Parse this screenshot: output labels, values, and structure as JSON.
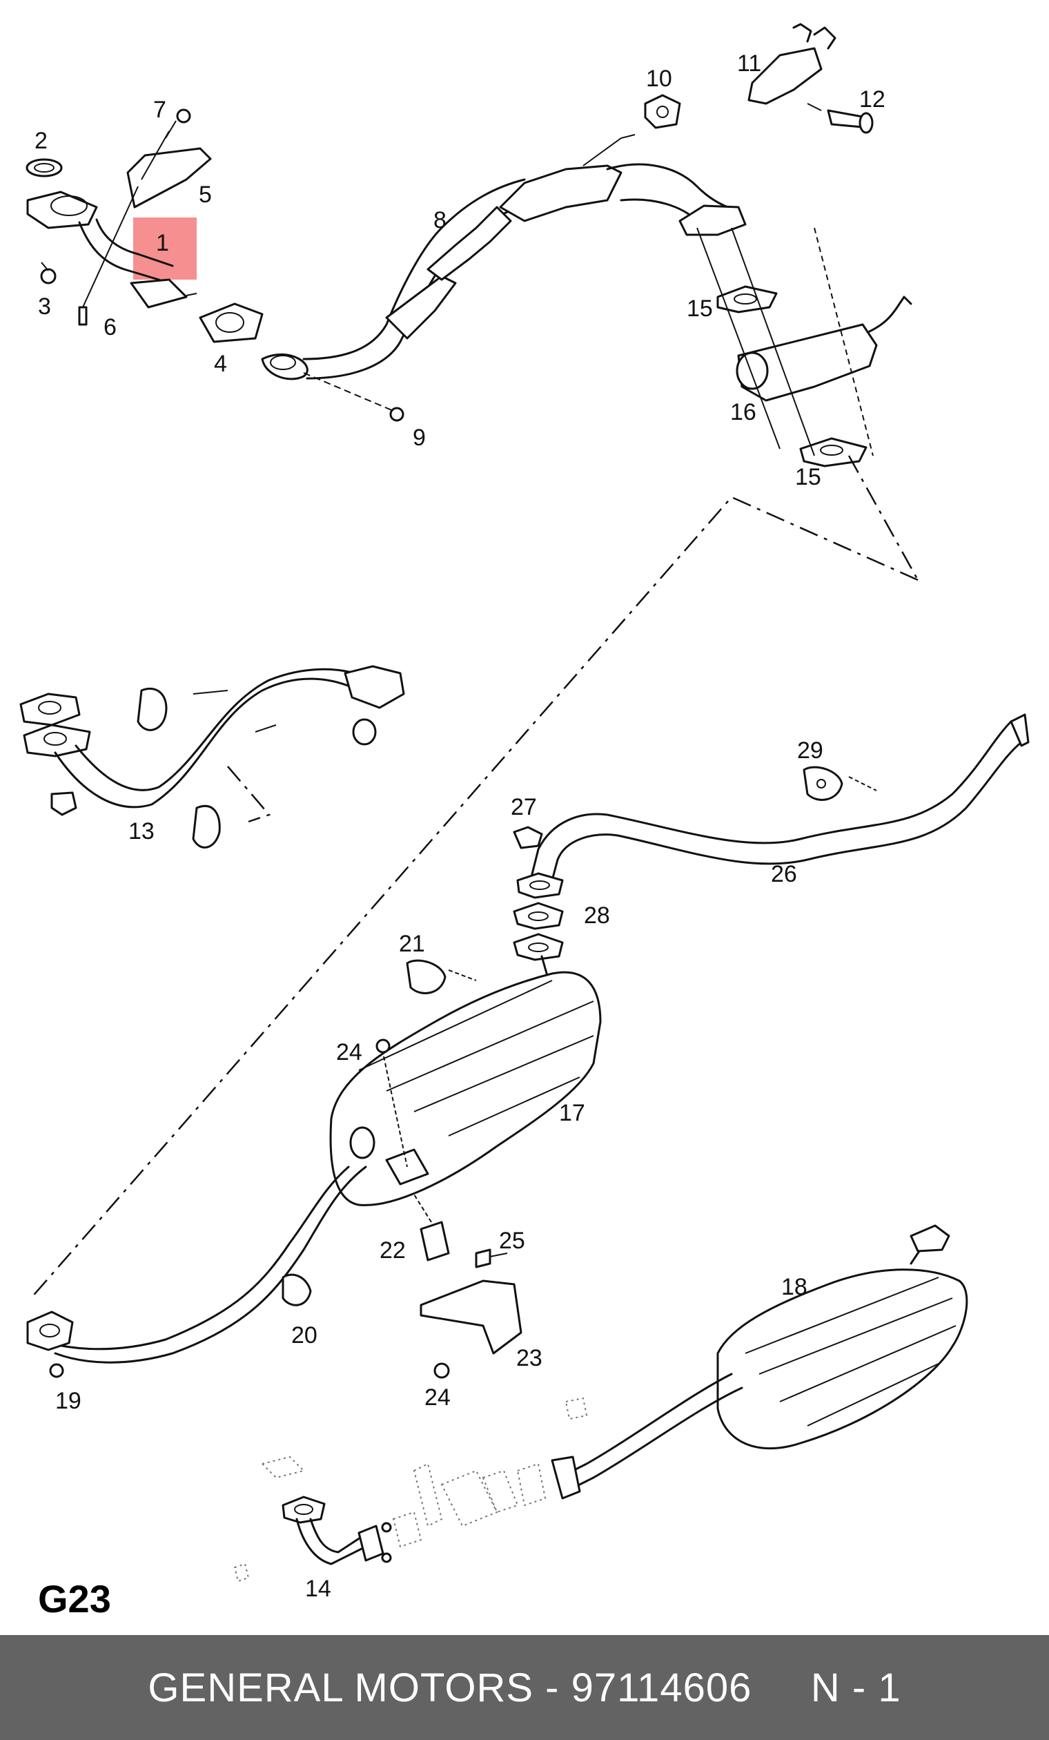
{
  "diagram": {
    "section_code": "G23",
    "highlight_color": "#f47b7b",
    "highlighted_part": "1",
    "part_labels": {
      "p1": "1",
      "p2": "2",
      "p3": "3",
      "p4": "4",
      "p5": "5",
      "p6": "6",
      "p7": "7",
      "p8": "8",
      "p9": "9",
      "p10": "10",
      "p11": "11",
      "p12": "12",
      "p13": "13",
      "p14": "14",
      "p15a": "15",
      "p15b": "15",
      "p16": "16",
      "p17": "17",
      "p18": "18",
      "p19": "19",
      "p20": "20",
      "p21": "21",
      "p22": "22",
      "p23": "23",
      "p24a": "24",
      "p24b": "24",
      "p25": "25",
      "p26": "26",
      "p27": "27",
      "p28": "28",
      "p29": "29"
    }
  },
  "footer": {
    "text": "GENERAL MOTORS - 97114606     N - 1",
    "background": "#636363"
  }
}
